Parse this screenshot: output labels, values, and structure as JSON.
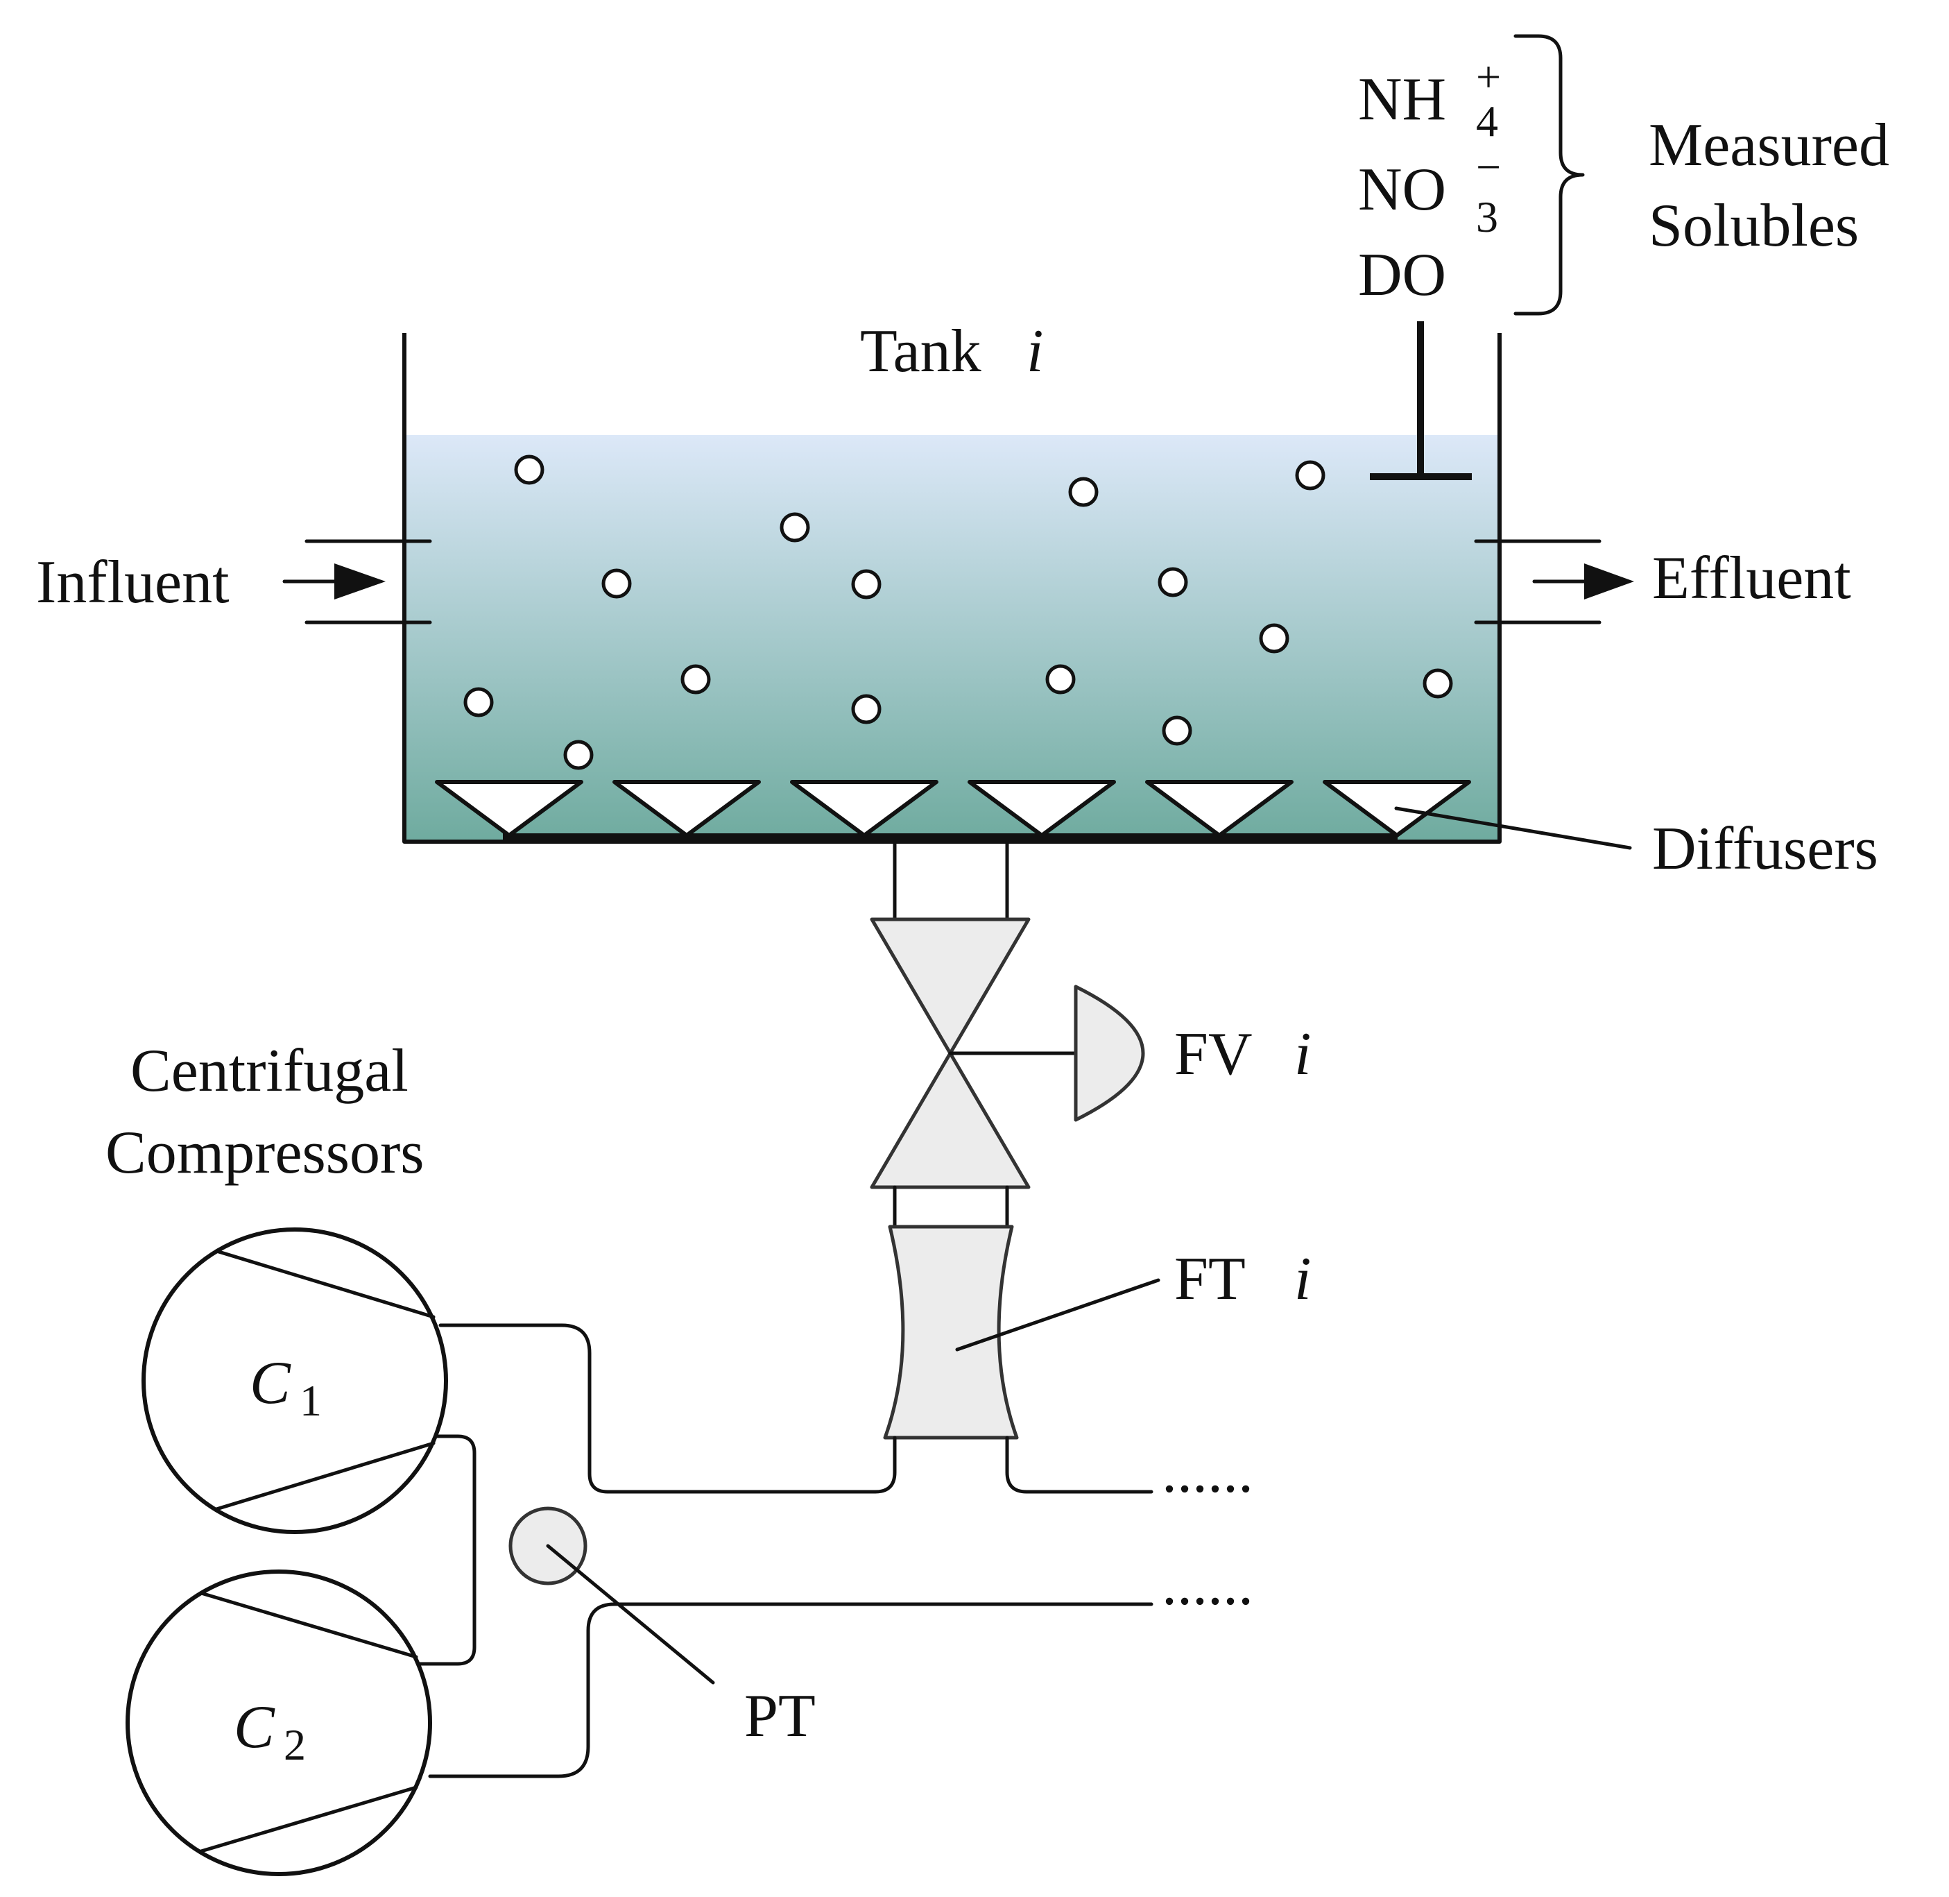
{
  "tank": {
    "title": "Tank",
    "index": "i",
    "water_top_color": "#dce8f8",
    "water_bottom_color": "#6fab9f"
  },
  "measured": {
    "nh4_base": "NH",
    "nh4_sub": "4",
    "nh4_sup": "+",
    "no3_base": "NO",
    "no3_sub": "3",
    "no3_sup": "−",
    "do": "DO",
    "label_line1": "Measured",
    "label_line2": "Solubles"
  },
  "influent": "Influent",
  "effluent": "Effluent",
  "diffusers": "Diffusers",
  "flow_valve": {
    "label": "FV",
    "index": "i"
  },
  "flow_transmitter": {
    "label": "FT",
    "index": "i"
  },
  "compressors": {
    "line1": "Centrifugal",
    "line2": "Compressors",
    "c1_base": "C",
    "c1_sub": "1",
    "c2_base": "C",
    "c2_sub": "2"
  },
  "pressure_transmitter": "PT",
  "continuation_dots": "......"
}
